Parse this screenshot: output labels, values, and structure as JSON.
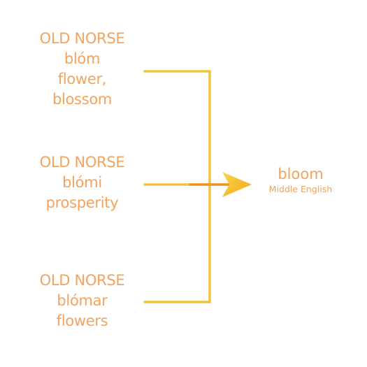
{
  "sources": [
    {
      "language": "OLD NORSE",
      "word": "blóm",
      "meaning_lines": [
        "flower,",
        "blossom"
      ]
    },
    {
      "language": "OLD NORSE",
      "word": "blómi",
      "meaning_lines": [
        "prosperity"
      ]
    },
    {
      "language": "OLD NORSE",
      "word": "blómar",
      "meaning_lines": [
        "flowers"
      ]
    }
  ],
  "target": {
    "word": "bloom",
    "language": "Middle English"
  },
  "colors": {
    "text": "#f2a35e",
    "bracket": "#f0c33c",
    "arrow_shaft": "#f0901e",
    "arrow_head": "#f7c51a"
  }
}
